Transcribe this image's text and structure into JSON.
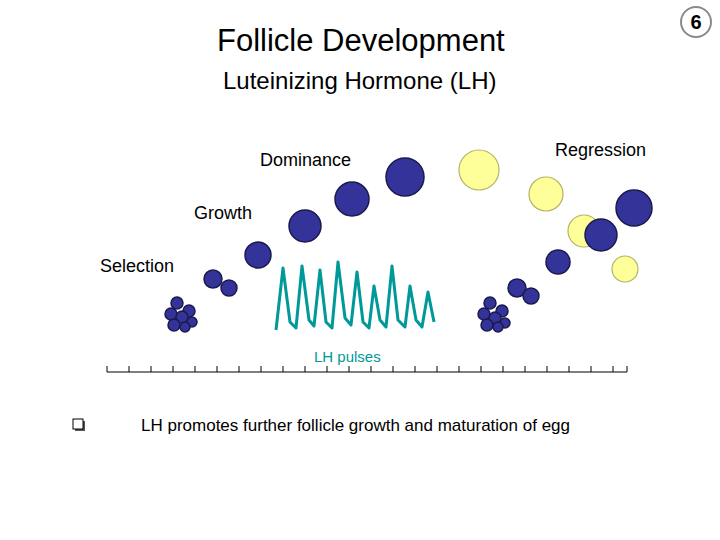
{
  "diagram": {
    "title": "Follicle Development",
    "nodes": [
      {
        "text": [
          "6"
        ]
      }
    ],
    "labels": [
      "Luteinizing Hormone (LH)",
      "Dominance",
      "Regression",
      "Growth",
      "Selection",
      "LH pulses",
      "LH promotes further follicle growth and maturation of egg"
    ]
  }
}
